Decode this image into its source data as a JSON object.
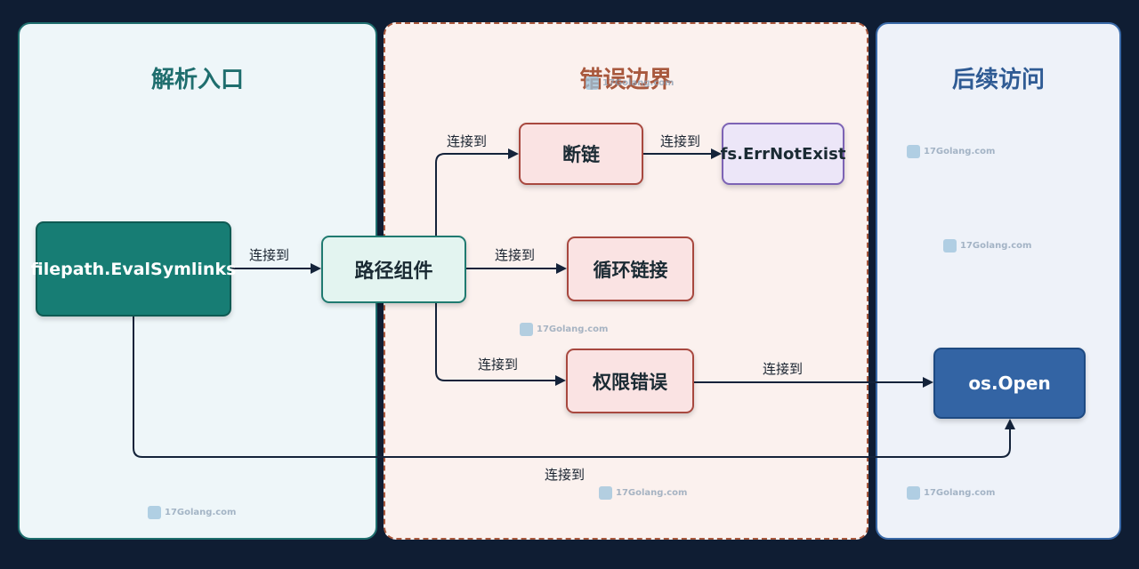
{
  "panels": {
    "left": {
      "title": "解析入口"
    },
    "middle": {
      "title": "错误边界"
    },
    "right": {
      "title": "后续访问"
    }
  },
  "nodes": {
    "evalsymlinks": "filepath.EvalSymlinks",
    "path_component": "路径组件",
    "broken_link": "断链",
    "err_not_exist": "fs.ErrNotExist",
    "loop_link": "循环链接",
    "permission_error": "权限错误",
    "os_open": "os.Open"
  },
  "edges": {
    "eval_to_path": "连接到",
    "path_to_broken": "连接到",
    "broken_to_errnotexist": "连接到",
    "path_to_loop": "连接到",
    "path_to_perm": "连接到",
    "perm_to_osopen": "连接到",
    "eval_to_osopen": "连接到"
  },
  "watermark": "17Golang.com",
  "colors": {
    "background": "#0f1d33",
    "edge": "#14233a"
  }
}
